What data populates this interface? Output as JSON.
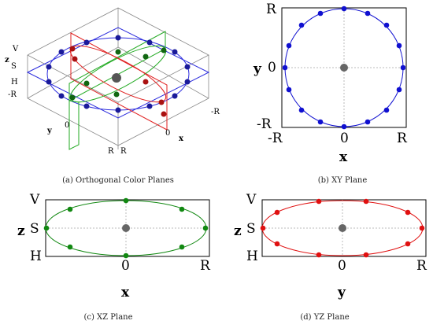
{
  "figure": {
    "panel_a": {
      "caption": "(a) Orthogonal Color Planes",
      "z_axis": "z",
      "left_ticks": [
        "V",
        "S",
        "H",
        "-R"
      ],
      "y_axis": "y",
      "x_axis": "x",
      "y_zero": "0",
      "x_zero": "0",
      "bottom_ticks": [
        "R",
        "R"
      ],
      "right_tick": "-R"
    },
    "panel_b": {
      "caption": "(b) XY Plane",
      "x_axis": "x",
      "y_axis": "y",
      "y_ticks": [
        "R",
        "0",
        "-R"
      ],
      "x_ticks": [
        "-R",
        "0",
        "R"
      ],
      "color": "#1010d0"
    },
    "panel_c": {
      "caption": "(c) XZ Plane",
      "x_axis": "x",
      "z_axis": "z",
      "z_ticks": [
        "V",
        "S",
        "H"
      ],
      "x_ticks": [
        "0",
        "R"
      ],
      "color": "#118811"
    },
    "panel_d": {
      "caption": "(d) YZ Plane",
      "x_axis": "y",
      "z_axis": "z",
      "z_ticks": [
        "V",
        "S",
        "H"
      ],
      "x_ticks": [
        "0",
        "R"
      ],
      "color": "#e01010"
    }
  }
}
